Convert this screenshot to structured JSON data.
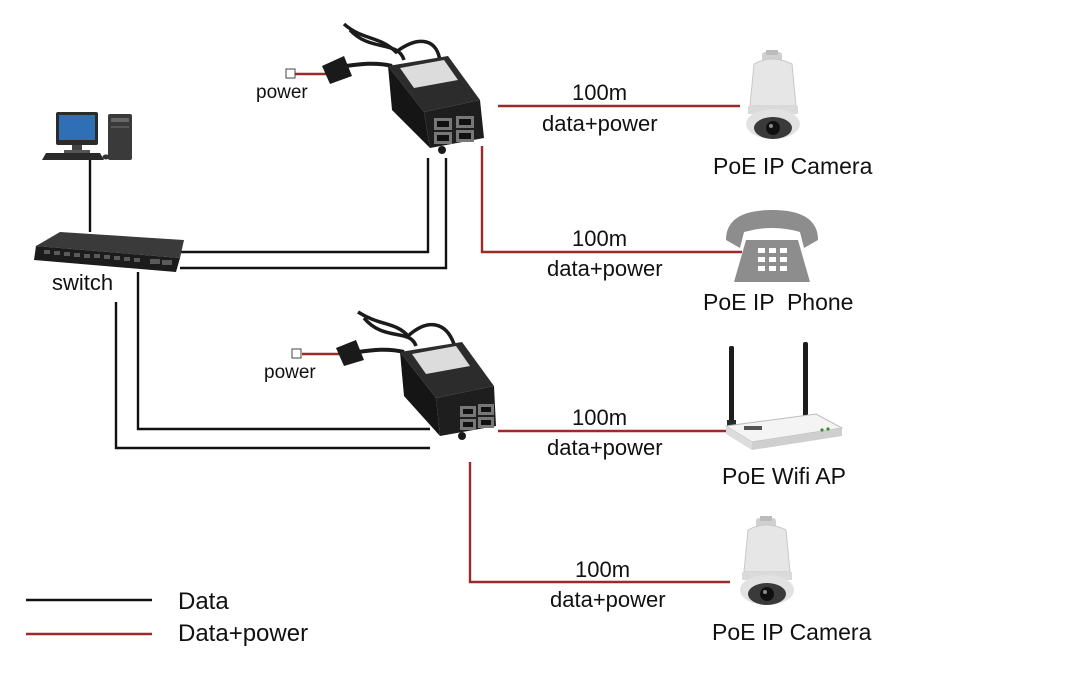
{
  "switch": {
    "label": "switch"
  },
  "injectors": [
    {
      "power_label": "power"
    },
    {
      "power_label": "power"
    }
  ],
  "links": [
    {
      "distance": "100m",
      "carries": "data+power"
    },
    {
      "distance": "100m",
      "carries": "data+power"
    },
    {
      "distance": "100m",
      "carries": "data+power"
    },
    {
      "distance": "100m",
      "carries": "data+power"
    }
  ],
  "devices": [
    {
      "label": "PoE IP Camera",
      "icon": "ptz-camera-icon"
    },
    {
      "label": "PoE IP  Phone",
      "icon": "telephone-icon"
    },
    {
      "label": "PoE Wifi AP",
      "icon": "wifi-router-icon"
    },
    {
      "label": "PoE IP Camera",
      "icon": "ptz-camera-icon"
    }
  ],
  "legend": [
    {
      "label": "Data",
      "color": "#111111"
    },
    {
      "label": "Data+power",
      "color": "#9b2a2a"
    }
  ],
  "colors": {
    "data_line": "#111111",
    "power_line": "#9b2a2a"
  }
}
